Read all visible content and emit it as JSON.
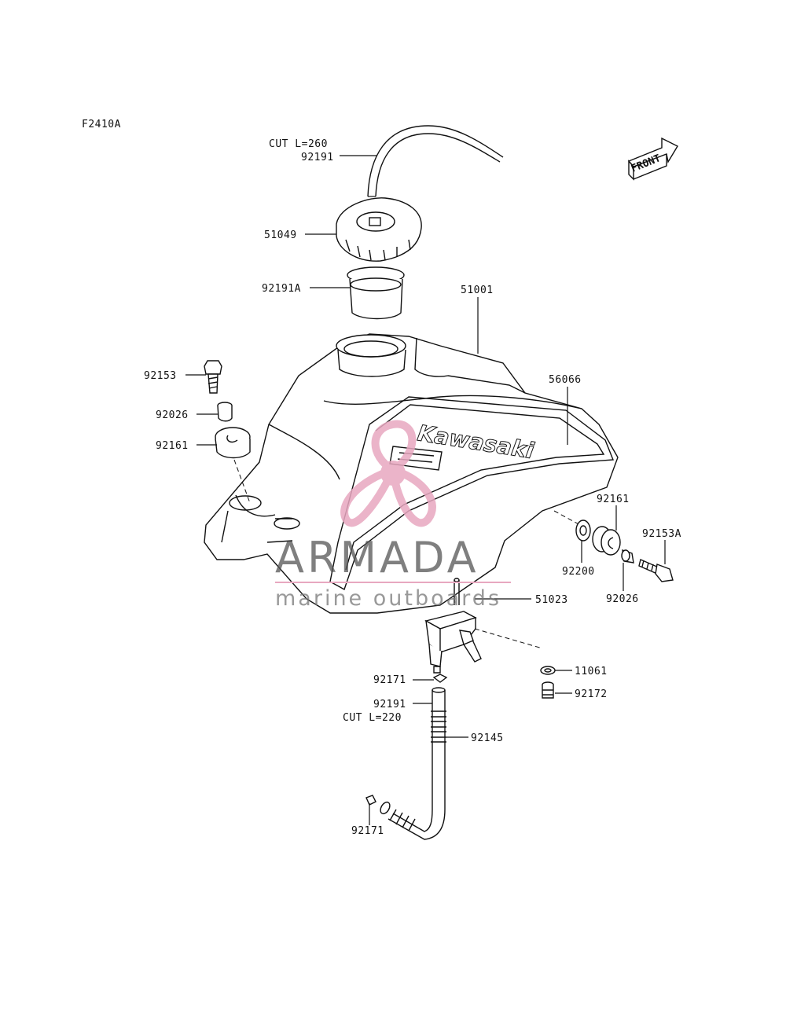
{
  "figure_code": "F2410A",
  "front_label": "FRONT",
  "tank_logo": "Kawasaki",
  "watermark": {
    "brand": "ARMADA",
    "tagline": "marine outboards",
    "colors": {
      "propeller": "#e8a8c0",
      "text": "#555555",
      "rule": "#e8a8c0"
    }
  },
  "parts": [
    {
      "id": "cut-top",
      "text": "CUT L=260"
    },
    {
      "id": "92191-top",
      "text": "92191"
    },
    {
      "id": "51049",
      "text": "51049"
    },
    {
      "id": "92191A",
      "text": "92191A"
    },
    {
      "id": "51001",
      "text": "51001"
    },
    {
      "id": "92153",
      "text": "92153"
    },
    {
      "id": "92026-left",
      "text": "92026"
    },
    {
      "id": "92161-left",
      "text": "92161"
    },
    {
      "id": "56066",
      "text": "56066"
    },
    {
      "id": "92161-right",
      "text": "92161"
    },
    {
      "id": "92153A",
      "text": "92153A"
    },
    {
      "id": "92200",
      "text": "92200"
    },
    {
      "id": "92026-right",
      "text": "92026"
    },
    {
      "id": "51023",
      "text": "51023"
    },
    {
      "id": "11061",
      "text": "11061"
    },
    {
      "id": "92171-upper",
      "text": "92171"
    },
    {
      "id": "92172",
      "text": "92172"
    },
    {
      "id": "92191-lower",
      "text": "92191"
    },
    {
      "id": "cut-lower",
      "text": "CUT L=220"
    },
    {
      "id": "92145",
      "text": "92145"
    },
    {
      "id": "92171-lower",
      "text": "92171"
    }
  ]
}
